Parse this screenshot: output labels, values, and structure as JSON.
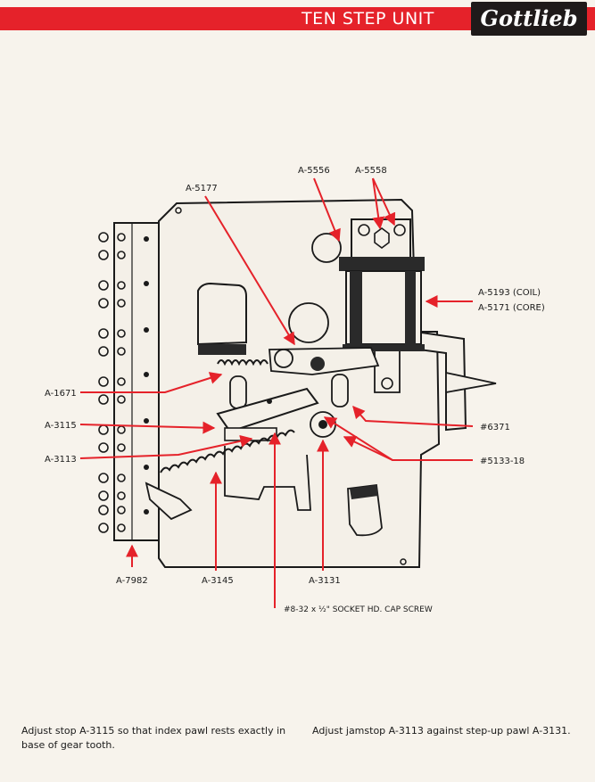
{
  "header": {
    "title": "TEN STEP UNIT",
    "logo_text": "Gottlieb",
    "band_color": "#e5222a"
  },
  "callouts": {
    "a5556": "A-5556",
    "a5558": "A-5558",
    "a5177": "A-5177",
    "a5193": "A-5193 (COIL)",
    "a5171": "A-5171 (CORE)",
    "a1671": "A-1671",
    "a3115": "A-3115",
    "a3113": "A-3113",
    "p6371": "#6371",
    "p5133": "#5133-18",
    "a7982": "A-7982",
    "a3145": "A-3145",
    "a3131": "A-3131",
    "screw": "#8-32 x ½\" SOCKET HD. CAP SCREW"
  },
  "captions": {
    "left": "Adjust stop A-3115 so that index pawl rests exactly in base of gear tooth.",
    "right": "Adjust jamstop A-3113 against step-up pawl A-3131."
  },
  "colors": {
    "leader": "#e5222a",
    "ink": "#1a1a1a"
  }
}
